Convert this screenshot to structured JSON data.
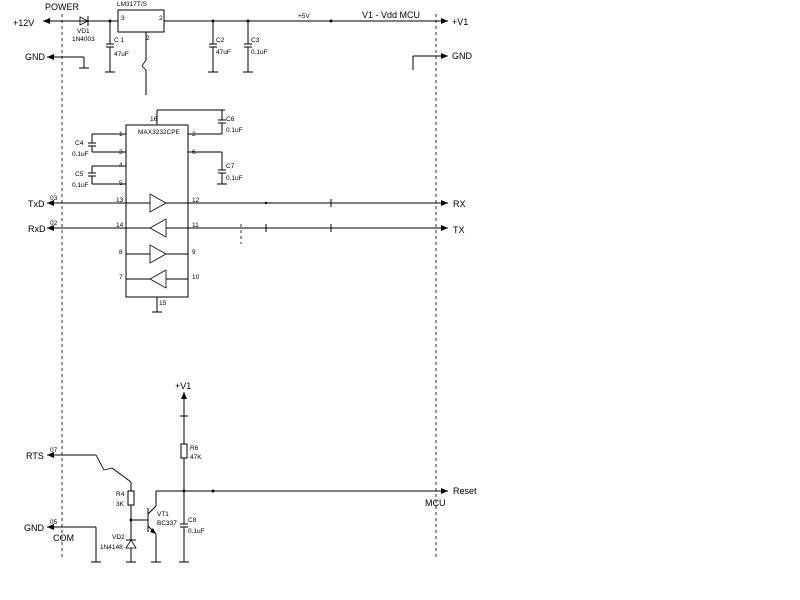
{
  "power": {
    "title": "POWER",
    "v12": "+12V",
    "gnd_left": "GND",
    "v1_right": "+V1",
    "gnd_right": "GND",
    "rail": "V1 - Vdd MCU",
    "plus5v": "+5V"
  },
  "regulator": {
    "name": "LM317T/S",
    "pin_in": "3",
    "pin_out": "2",
    "pin_top": "2"
  },
  "diode_vd1": {
    "ref": "VD1",
    "part": "1N4003"
  },
  "cap_c1": {
    "ref": "C 1",
    "val": "47uF"
  },
  "cap_c2": {
    "ref": "C2",
    "val": "47uF"
  },
  "cap_c3": {
    "ref": "C3",
    "val": "0.1uF"
  },
  "ic": {
    "name": "MAX3232CPE",
    "pin16": "16",
    "pin15": "15",
    "left_pins": [
      "1",
      "3",
      "4",
      "5",
      "13",
      "14",
      "8",
      "7"
    ],
    "right_pins": [
      "2",
      "6",
      "12",
      "11",
      "9",
      "10"
    ]
  },
  "cap_c4": {
    "ref": "C4",
    "val": "0.1uF"
  },
  "cap_c5": {
    "ref": "C5",
    "val": "0.1uF"
  },
  "cap_c6": {
    "ref": "C6",
    "val": "0.1uF"
  },
  "cap_c7": {
    "ref": "C7",
    "val": "0.1uF"
  },
  "serial": {
    "txd": "TxD",
    "txd_pin": "03",
    "rxd": "RxD",
    "rxd_pin": "02",
    "rx": "RX",
    "tx": "TX"
  },
  "reset": {
    "v1": "+V1",
    "rts": "RTS",
    "rts_pin": "07",
    "gnd": "GND",
    "gnd_pin": "05",
    "com": "COM",
    "r6_ref": "R6",
    "r6_val": "47K",
    "r4_ref": "R4",
    "r4_val": "3K",
    "vt1_ref": "VT1",
    "vt1_part": "BC337",
    "c8_ref": "C8",
    "c8_val": "0.1uF",
    "vd2_ref": "VD2",
    "vd2_part": "1N4148",
    "out": "Reset",
    "mcu": "MCU"
  }
}
